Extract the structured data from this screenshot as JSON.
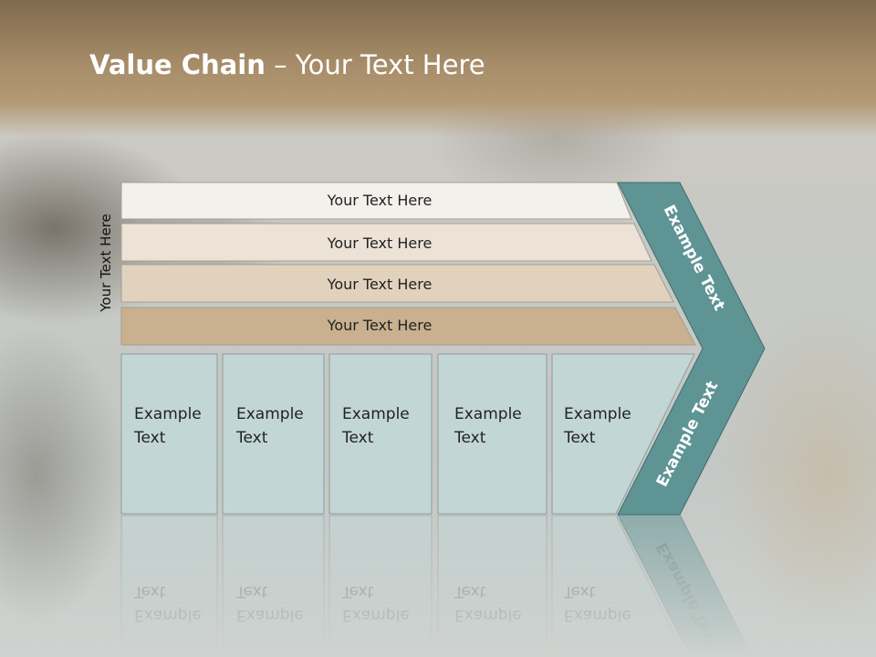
{
  "title": {
    "bold": "Value Chain",
    "rest": " – Your Text Here"
  },
  "side_label": "Your Text Here",
  "bars": [
    {
      "label": "Your Text Here",
      "color": "#f3f1ec"
    },
    {
      "label": "Your Text Here",
      "color": "#ece2d6"
    },
    {
      "label": "Your Text Here",
      "color": "#e1d2bd"
    },
    {
      "label": "Your Text Here",
      "color": "#c9b08e"
    }
  ],
  "boxes": [
    {
      "line1": "Example",
      "line2": "Text"
    },
    {
      "line1": "Example",
      "line2": "Text"
    },
    {
      "line1": "Example",
      "line2": "Text"
    },
    {
      "line1": "Example",
      "line2": "Text"
    },
    {
      "line1": "Example",
      "line2": "Text"
    }
  ],
  "arrow": {
    "upper_label": "Example Text",
    "lower_label": "Example Text",
    "color": "#5f9495"
  },
  "colors": {
    "box_fill": "#c3d6d6",
    "header": "#a58b67"
  }
}
